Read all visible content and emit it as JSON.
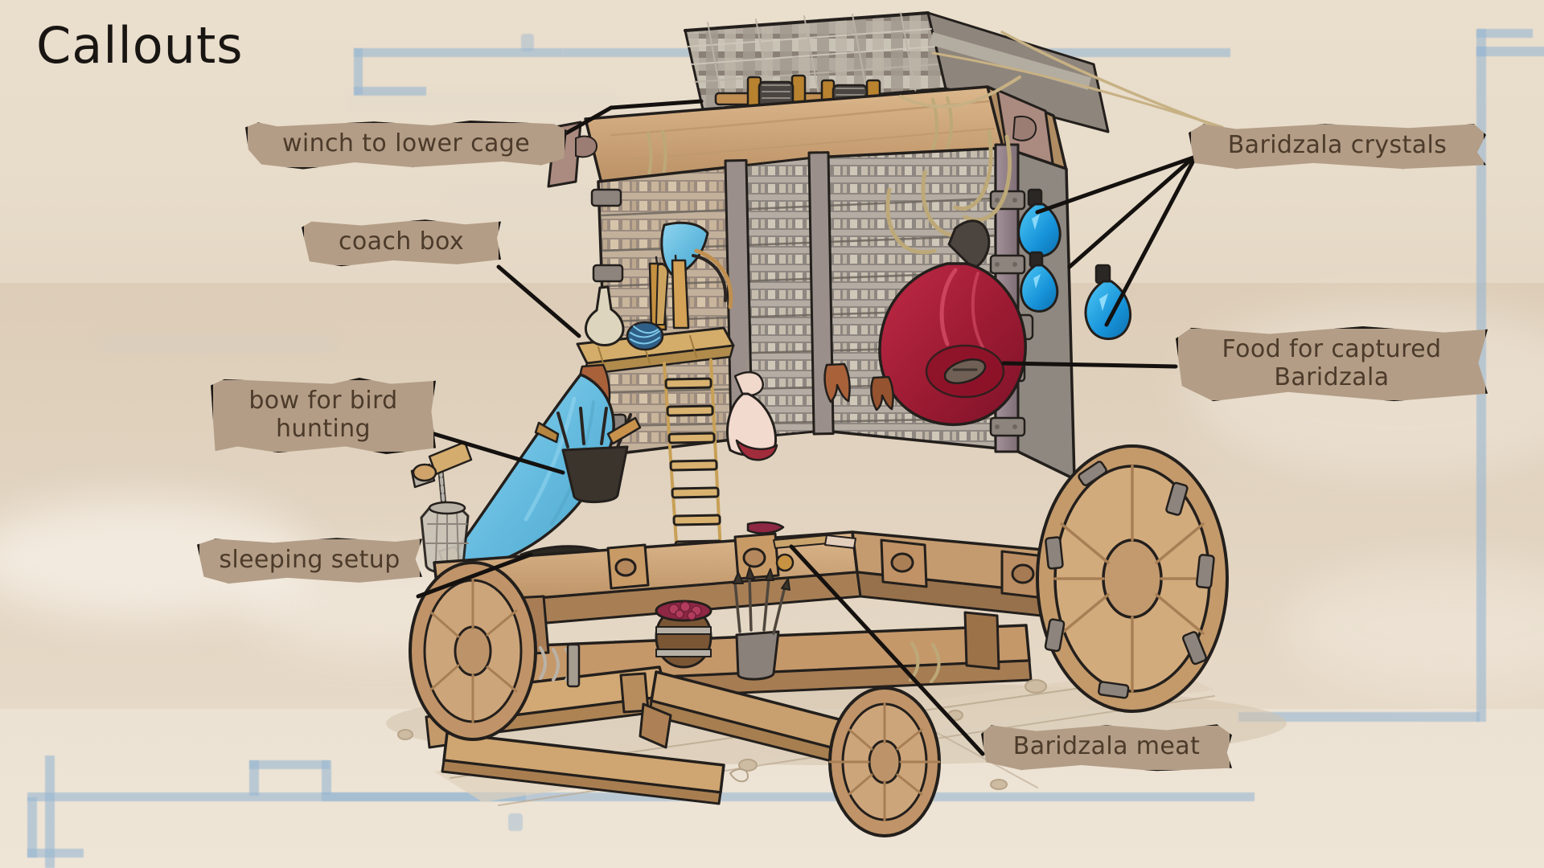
{
  "page": {
    "title": "Callouts",
    "background_color": "#e9ddcc",
    "accent_blue": "#9bb8d2",
    "label_fill": "#b39d86",
    "label_stroke": "#1d1a17",
    "label_text_color": "#4c3a2a"
  },
  "callouts": [
    {
      "id": "winch",
      "label": "winch to lower cage",
      "side": "left"
    },
    {
      "id": "coach",
      "label": "coach box",
      "side": "left"
    },
    {
      "id": "bow",
      "label": "bow for bird\nhunting",
      "side": "left"
    },
    {
      "id": "sleeping",
      "label": "sleeping setup",
      "side": "left"
    },
    {
      "id": "crystals",
      "label": "Baridzala crystals",
      "side": "right"
    },
    {
      "id": "food",
      "label": "Food for captured\nBaridzala",
      "side": "right"
    },
    {
      "id": "meat",
      "label": "Baridzala meat",
      "side": "right"
    }
  ],
  "illustration": {
    "subject": "baridzala-hunter-cage-wagon",
    "colors": {
      "cage_metal": "#a9a49c",
      "cage_metal_dark": "#8c857e",
      "wood_light": "#d8b184",
      "wood_mid": "#bf9468",
      "wood_dark": "#8e6a49",
      "frame_purple": "#9b8a8c",
      "tent_blue": "#6fc2e2",
      "crystal_blue": "#1f9fe0",
      "meat_red": "#a51e38",
      "rope_tan": "#c3ab7e",
      "outline": "#231f1c"
    },
    "parts": [
      "winch-drums",
      "chain",
      "cage-lattice",
      "coach-box-shelf",
      "rope-ladder",
      "sleeping-tent",
      "bow",
      "bird-cage",
      "crystal-flasks",
      "meat-sack",
      "barrel",
      "wheels",
      "axle-beam",
      "hanging-ham",
      "dead-bird",
      "yarn-ball",
      "lantern-gourd"
    ]
  }
}
